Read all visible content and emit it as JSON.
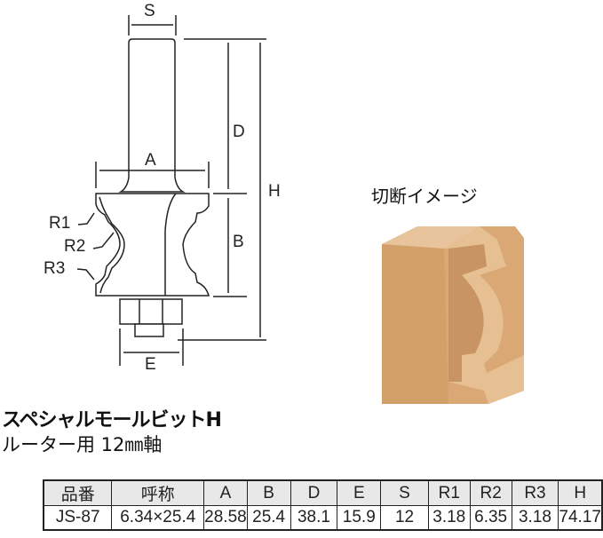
{
  "diagram": {
    "labels": {
      "S": "S",
      "D": "D",
      "H": "H",
      "A": "A",
      "B": "B",
      "E": "E",
      "R1": "R1",
      "R2": "R2",
      "R3": "R3"
    }
  },
  "cut_image_title": "切断イメージ",
  "product": {
    "name": "スペシャルモールビットH",
    "subtitle": "ルーター用 12㎜軸"
  },
  "table": {
    "headers": [
      "品番",
      "呼称",
      "A",
      "B",
      "D",
      "E",
      "S",
      "R1",
      "R2",
      "R3",
      "H"
    ],
    "rows": [
      [
        "JS-87",
        "6.34×25.4",
        "28.58",
        "25.4",
        "38.1",
        "15.9",
        "12",
        "3.18",
        "6.35",
        "3.18",
        "74.17"
      ]
    ]
  }
}
